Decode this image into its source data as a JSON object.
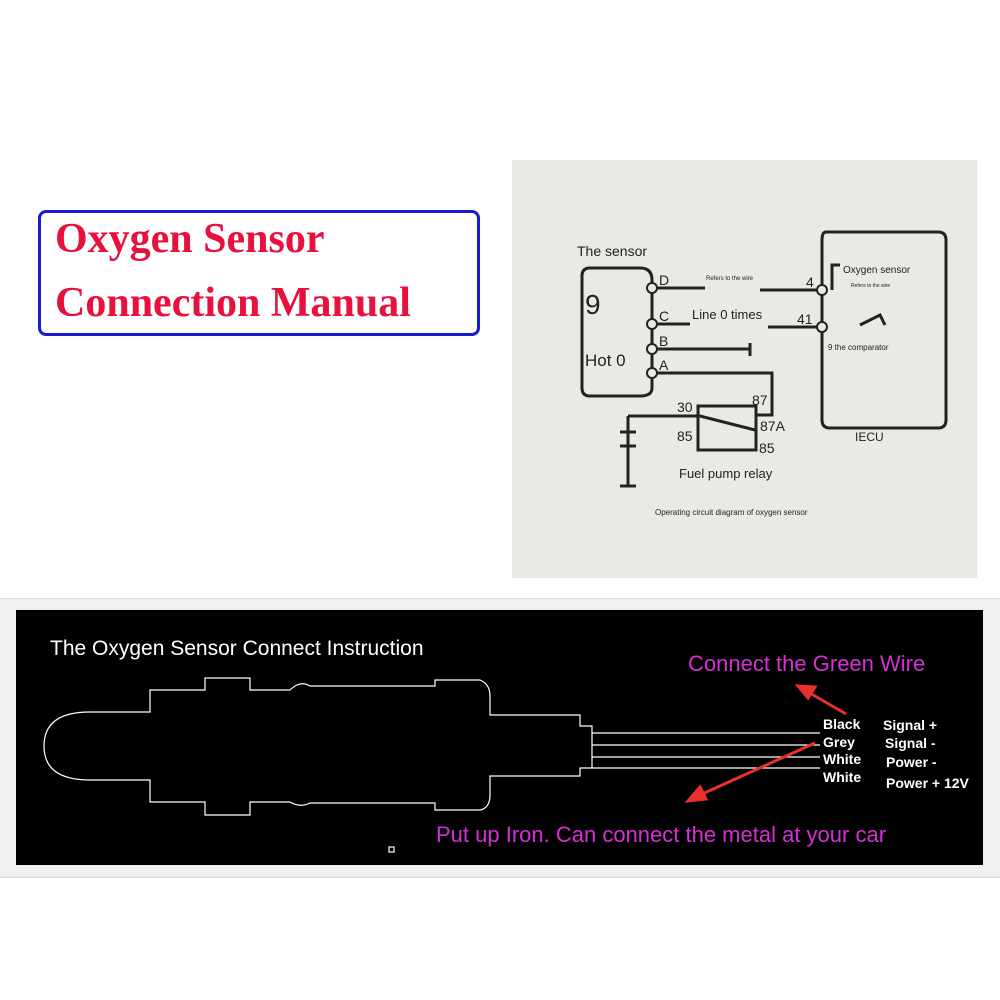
{
  "title": {
    "line1": "Oxygen Sensor",
    "line2": "Connection Manual"
  },
  "circuit": {
    "sensor_label": "The sensor",
    "nine": "9",
    "hot": "Hot 0",
    "pins": [
      "D",
      "C",
      "B",
      "A"
    ],
    "refers1": "Refers to the wire",
    "line0": "Line 0 times",
    "pin4": "4",
    "pin41": "41",
    "oxygen": "Oxygen sensor",
    "refers2": "Refers to the wire",
    "comparator": "9 the comparator",
    "ecu": "IECU",
    "relay_pins": [
      "30",
      "87",
      "87A",
      "85",
      "85"
    ],
    "relay": "Fuel pump relay",
    "caption": "Operating circuit diagram of oxygen sensor"
  },
  "instruction": {
    "title": "The Oxygen Sensor Connect Instruction",
    "green": "Connect the Green Wire",
    "iron": "Put up Iron. Can connect the metal at your car",
    "wires": [
      "Black",
      "Grey",
      "White",
      "White"
    ],
    "functions": [
      "Signal +",
      "Signal -",
      "Power -",
      "Power + 12V"
    ],
    "colors": {
      "magenta": "#d62fd6",
      "arrow": "#e8302c"
    }
  }
}
